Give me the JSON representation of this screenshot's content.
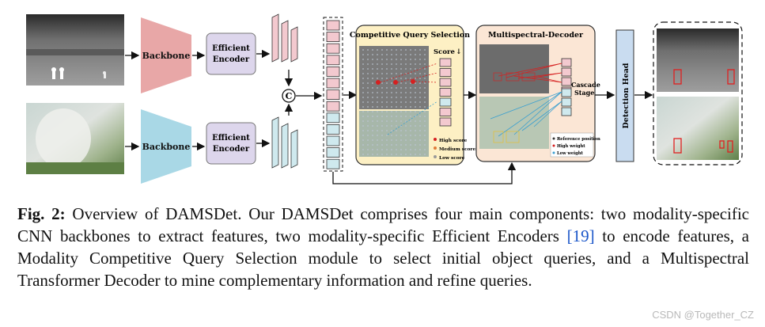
{
  "diagram": {
    "backbone_top": "Backbone",
    "backbone_bottom": "Backbone",
    "encoder_top_line1": "Efficient",
    "encoder_top_line2": "Encoder",
    "encoder_bottom_line1": "Efficient",
    "encoder_bottom_line2": "Encoder",
    "concat_symbol": "C",
    "cqs_title": "Competitive Query Selection",
    "score_label": "Score",
    "score_arrow": "↓",
    "legend_high": "High score",
    "legend_medium": "Medium score",
    "legend_low": "Low score",
    "decoder_title": "Multispectral-Decoder",
    "cascade_line1": "Cascade",
    "cascade_line2": "Stage",
    "dec_legend_ref": "Reference position",
    "dec_legend_high": "High weight",
    "dec_legend_low": "Low weight",
    "detection_head": "Detection Head",
    "colors": {
      "backbone_top": "#e8a7a7",
      "backbone_bottom": "#a9d8e6",
      "encoder": "#ddd6ec",
      "feature_pink": "#f3c9cf",
      "feature_blue": "#cfe9ee",
      "cqs_bg": "#fdf0c4",
      "decoder_bg": "#fbe6d5",
      "detection_head": "#c9dcf0"
    }
  },
  "caption": {
    "fig_label": "Fig. 2:",
    "text_before_ref": " Overview of DAMSDet. Our DAMSDet comprises four main components: two modality-specific CNN backbones to extract features, two modality-specific Efficient Encoders ",
    "ref": "[19]",
    "text_after_ref": " to encode features, a Modality Competitive Query Selection module to select initial object queries, and a Multispectral Transformer Decoder to mine complementary information and refine queries."
  },
  "watermark": "CSDN @Together_CZ"
}
